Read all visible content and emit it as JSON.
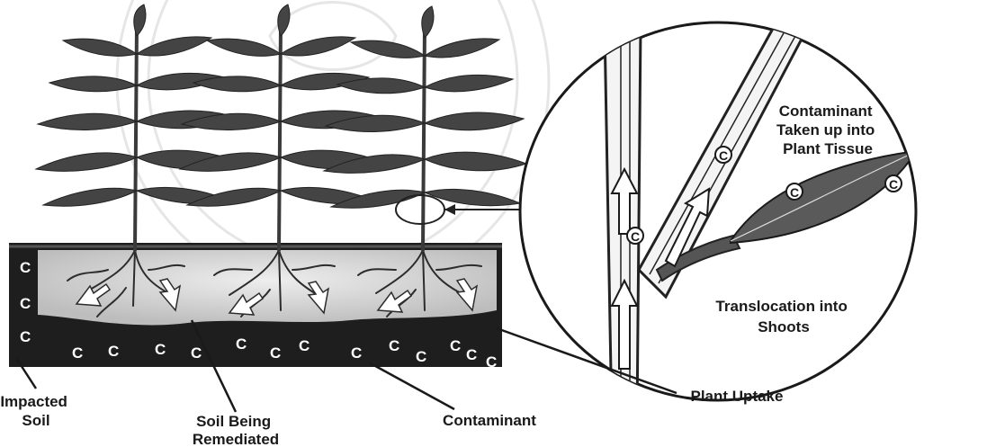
{
  "labels": {
    "impacted_soil": [
      "Impacted",
      "Soil"
    ],
    "soil_being_remediated": [
      "Soil Being",
      "Remediated"
    ],
    "contaminant": "Contaminant",
    "plant_uptake": "Plant Uptake",
    "taken_up": [
      "Contaminant",
      "Taken up into",
      "Plant Tissue"
    ],
    "translocation": [
      "Translocation into",
      "Shoots"
    ]
  },
  "contaminant_symbol": "C",
  "colors": {
    "soil_dark": "#1e1e1e",
    "soil_light": "#d9d9d9",
    "plant": "#3a3a3a",
    "ink": "#1a1a1a"
  }
}
